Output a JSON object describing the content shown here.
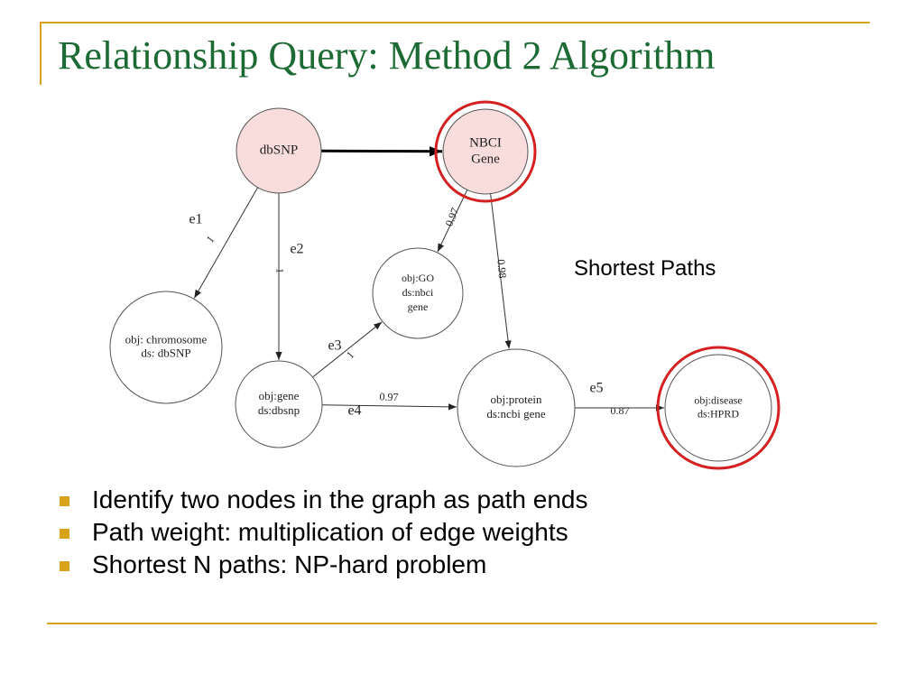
{
  "slide": {
    "title": "Relationship Query: Method 2 Algorithm",
    "caption": "Shortest Paths",
    "bullets": [
      "Identify two nodes in the graph as path ends",
      "Path weight: multiplication of edge weights",
      "Shortest N paths: NP-hard problem"
    ]
  },
  "graph": {
    "nodes": [
      {
        "id": "dbsnp",
        "lines": [
          "dbSNP"
        ],
        "filled": true
      },
      {
        "id": "ncbi-gene",
        "lines": [
          "NBCI",
          "Gene"
        ],
        "filled": true,
        "highlighted": true
      },
      {
        "id": "chromosome",
        "lines": [
          "obj: chromosome",
          "ds: dbSNP"
        ]
      },
      {
        "id": "go",
        "lines": [
          "obj:GO",
          "ds:nbci",
          "gene"
        ]
      },
      {
        "id": "gene",
        "lines": [
          "obj:gene",
          "ds:dbsnp"
        ]
      },
      {
        "id": "protein",
        "lines": [
          "obj:protein",
          "ds:ncbi gene"
        ]
      },
      {
        "id": "disease",
        "lines": [
          "obj:disease",
          "ds:HPRD"
        ],
        "highlighted": true
      }
    ],
    "edges": [
      {
        "id": "dbsnp-ncbi",
        "from": "dbsnp",
        "to": "ncbi-gene",
        "name": "",
        "weight": "",
        "bold": true
      },
      {
        "id": "e1",
        "from": "dbsnp",
        "to": "chromosome",
        "name": "e1",
        "weight": "1"
      },
      {
        "id": "e2",
        "from": "dbsnp",
        "to": "gene",
        "name": "e2",
        "weight": "1"
      },
      {
        "id": "ncbi-go",
        "from": "ncbi-gene",
        "to": "go",
        "name": "",
        "weight": "0.97"
      },
      {
        "id": "ncbi-protein",
        "from": "ncbi-gene",
        "to": "protein",
        "name": "",
        "weight": "0.98"
      },
      {
        "id": "e3",
        "from": "gene",
        "to": "go",
        "name": "e3",
        "weight": "1"
      },
      {
        "id": "e4",
        "from": "gene",
        "to": "protein",
        "name": "e4",
        "weight": "0.97"
      },
      {
        "id": "e5",
        "from": "protein",
        "to": "disease",
        "name": "e5",
        "weight": "0.87"
      }
    ]
  },
  "colors": {
    "title": "#1d6b34",
    "accent": "#d9a21b",
    "node_fill": "#f9dcdc",
    "highlight_ring": "#d42020"
  }
}
